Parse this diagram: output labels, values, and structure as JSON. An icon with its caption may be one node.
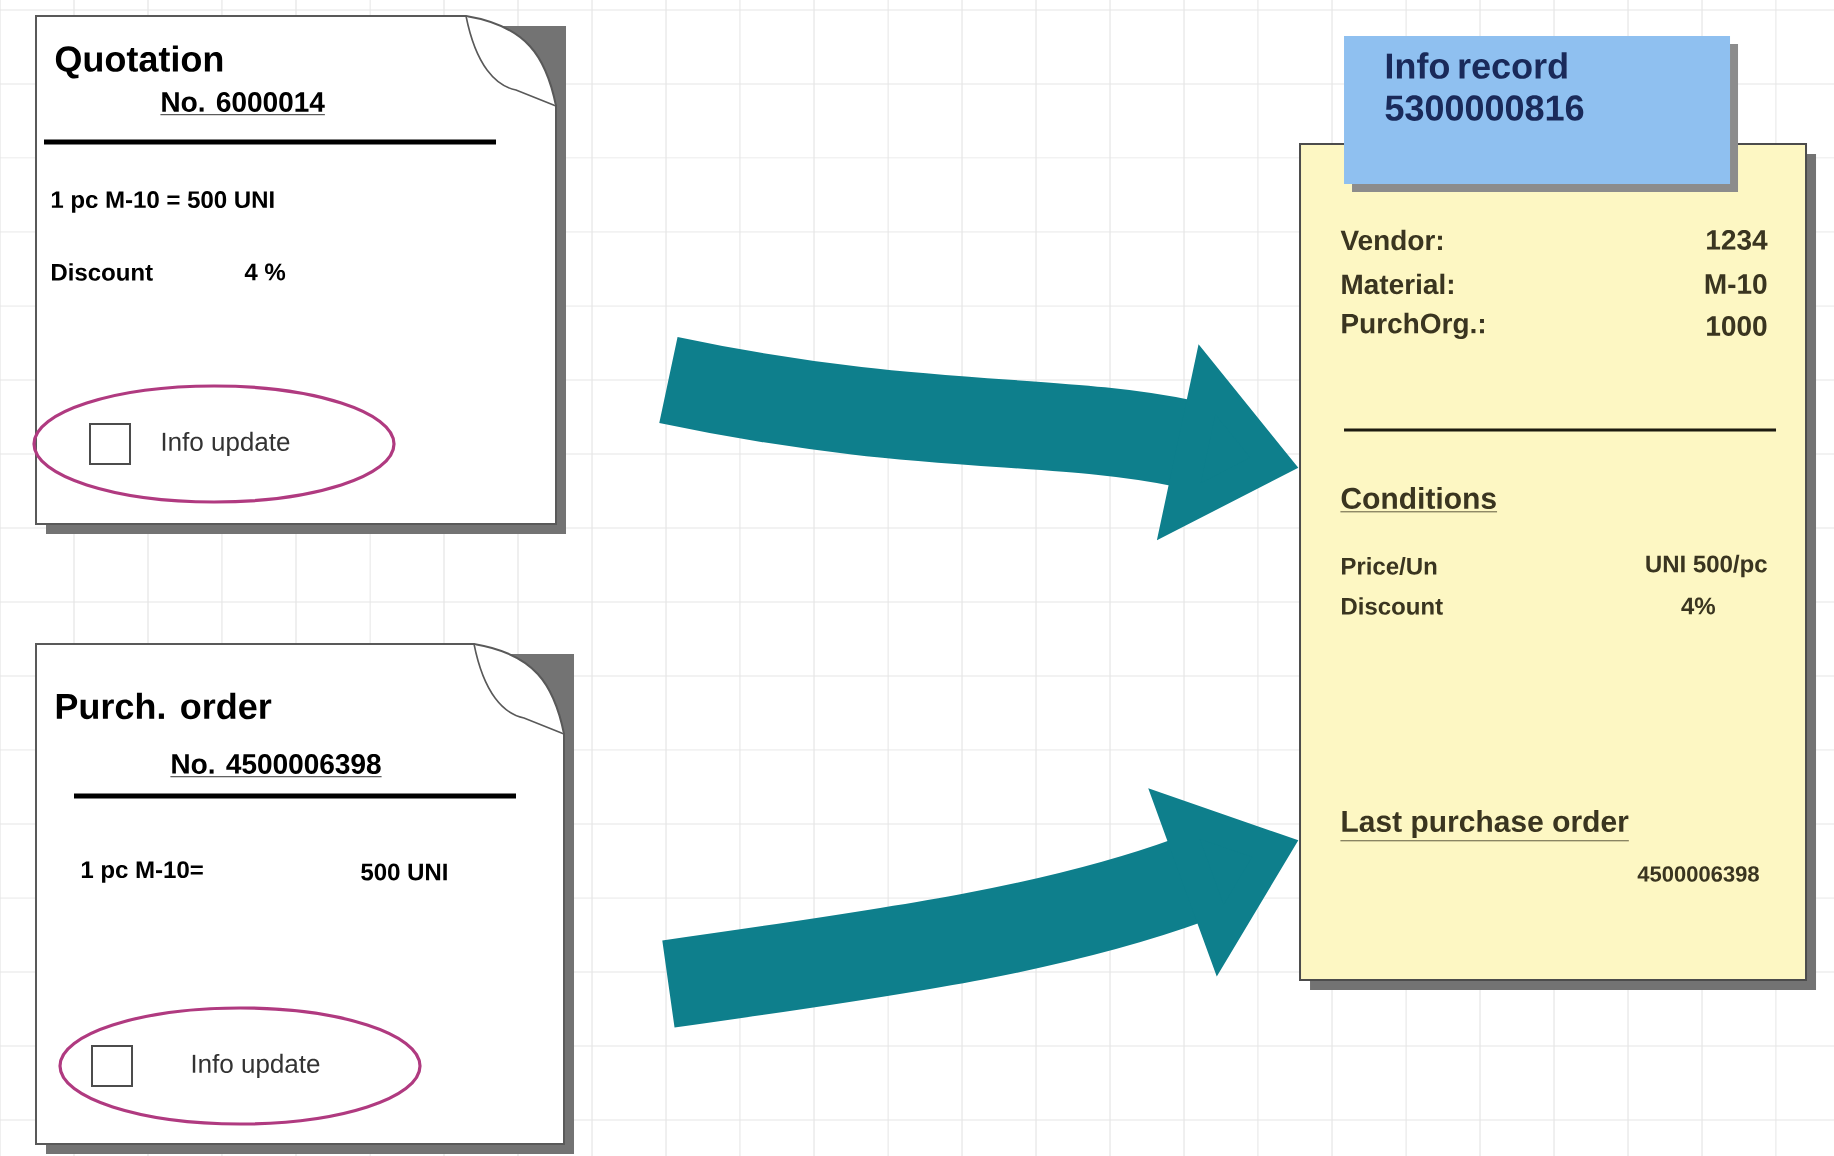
{
  "diagram": {
    "nodes": [
      {
        "text": [
          "Quotation",
          "No. 6000014",
          "1 pc M-10 = 500 UNI",
          "Discount",
          "4 %"
        ]
      },
      {
        "text": [
          "Info update"
        ],
        "in": 0
      },
      {
        "text": [
          "Purch. order",
          "No. 4500006398",
          "1 pc M-10=",
          "500 UNI"
        ]
      },
      {
        "text": [
          "Info update"
        ],
        "in": 2
      },
      {
        "text": [
          "Info record 5300000816",
          "Vendor:",
          "1234",
          "Material:",
          "M-10",
          "PurchOrg.:",
          "1000",
          "Conditions",
          "Price/Un",
          "UNI 500/pc",
          "Discount",
          "4%",
          "Last purchase order",
          "4500006398"
        ]
      }
    ],
    "edges": [
      {
        "from": 0,
        "to": 4,
        "arrow": "to"
      },
      {
        "from": 2,
        "to": 4,
        "arrow": "to"
      }
    ]
  }
}
